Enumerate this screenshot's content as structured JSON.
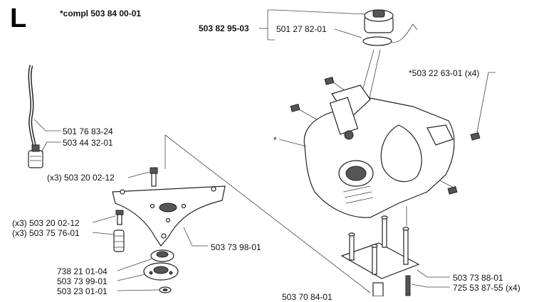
{
  "section_letter": "L",
  "assembly_label": "*compl 503 84 00-01",
  "callouts": {
    "fuel_cap_kit": "503 82 95-03",
    "fuel_cap": "501 27 82-01",
    "grommet": "*503 22 63-01 (x4)",
    "fuel_hose": "501 76 83-24",
    "fuel_filter": "503 44 32-01",
    "screw_top": "(x3) 503 20 02-12",
    "screw_bottom": "(x3) 503 20 02-12",
    "spacer": "(x3) 503 75 76-01",
    "bearing": "738 21 01-04",
    "bracket_plate": "503 73 98-01",
    "clutch_drum": "503 73 99-01",
    "washer": "503 23 01-01",
    "stud_plate": "503 73 88-01",
    "stud_bolts": "725 53 87-55 (x4)",
    "cutoff": "503 70 84-01",
    "crankcase_marker": "*"
  }
}
